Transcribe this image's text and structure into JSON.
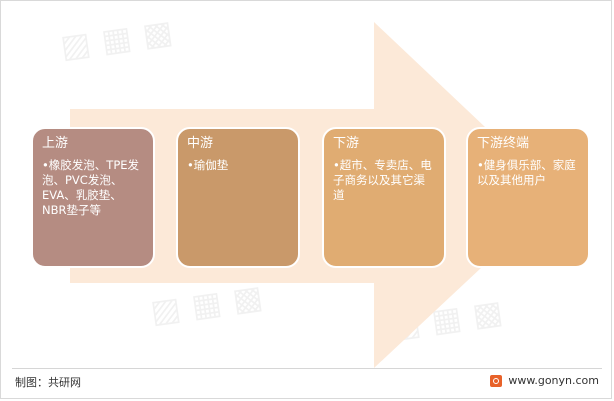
{
  "diagram": {
    "colors": {
      "arrow": "#fce9d8",
      "box_upstream": "#b58c82",
      "box_midstream": "#c9996a",
      "box_downstream": "#e0ac72",
      "box_terminal": "#e7b178"
    },
    "stages": [
      {
        "title": "上游",
        "items": [
          "橡胶发泡、TPE发泡、PVC发泡、EVA、乳胶垫、NBR垫子等"
        ]
      },
      {
        "title": "中游",
        "items": [
          "瑜伽垫"
        ]
      },
      {
        "title": "下游",
        "items": [
          "超市、专卖店、电子商务以及其它渠道"
        ]
      },
      {
        "title": "下游终端",
        "items": [
          "健身俱乐部、家庭以及其他用户"
        ]
      }
    ]
  },
  "footer": {
    "source": "制图：共研网",
    "website": "www.gonyn.com",
    "logo_icon": "gonyn-logo-icon"
  }
}
